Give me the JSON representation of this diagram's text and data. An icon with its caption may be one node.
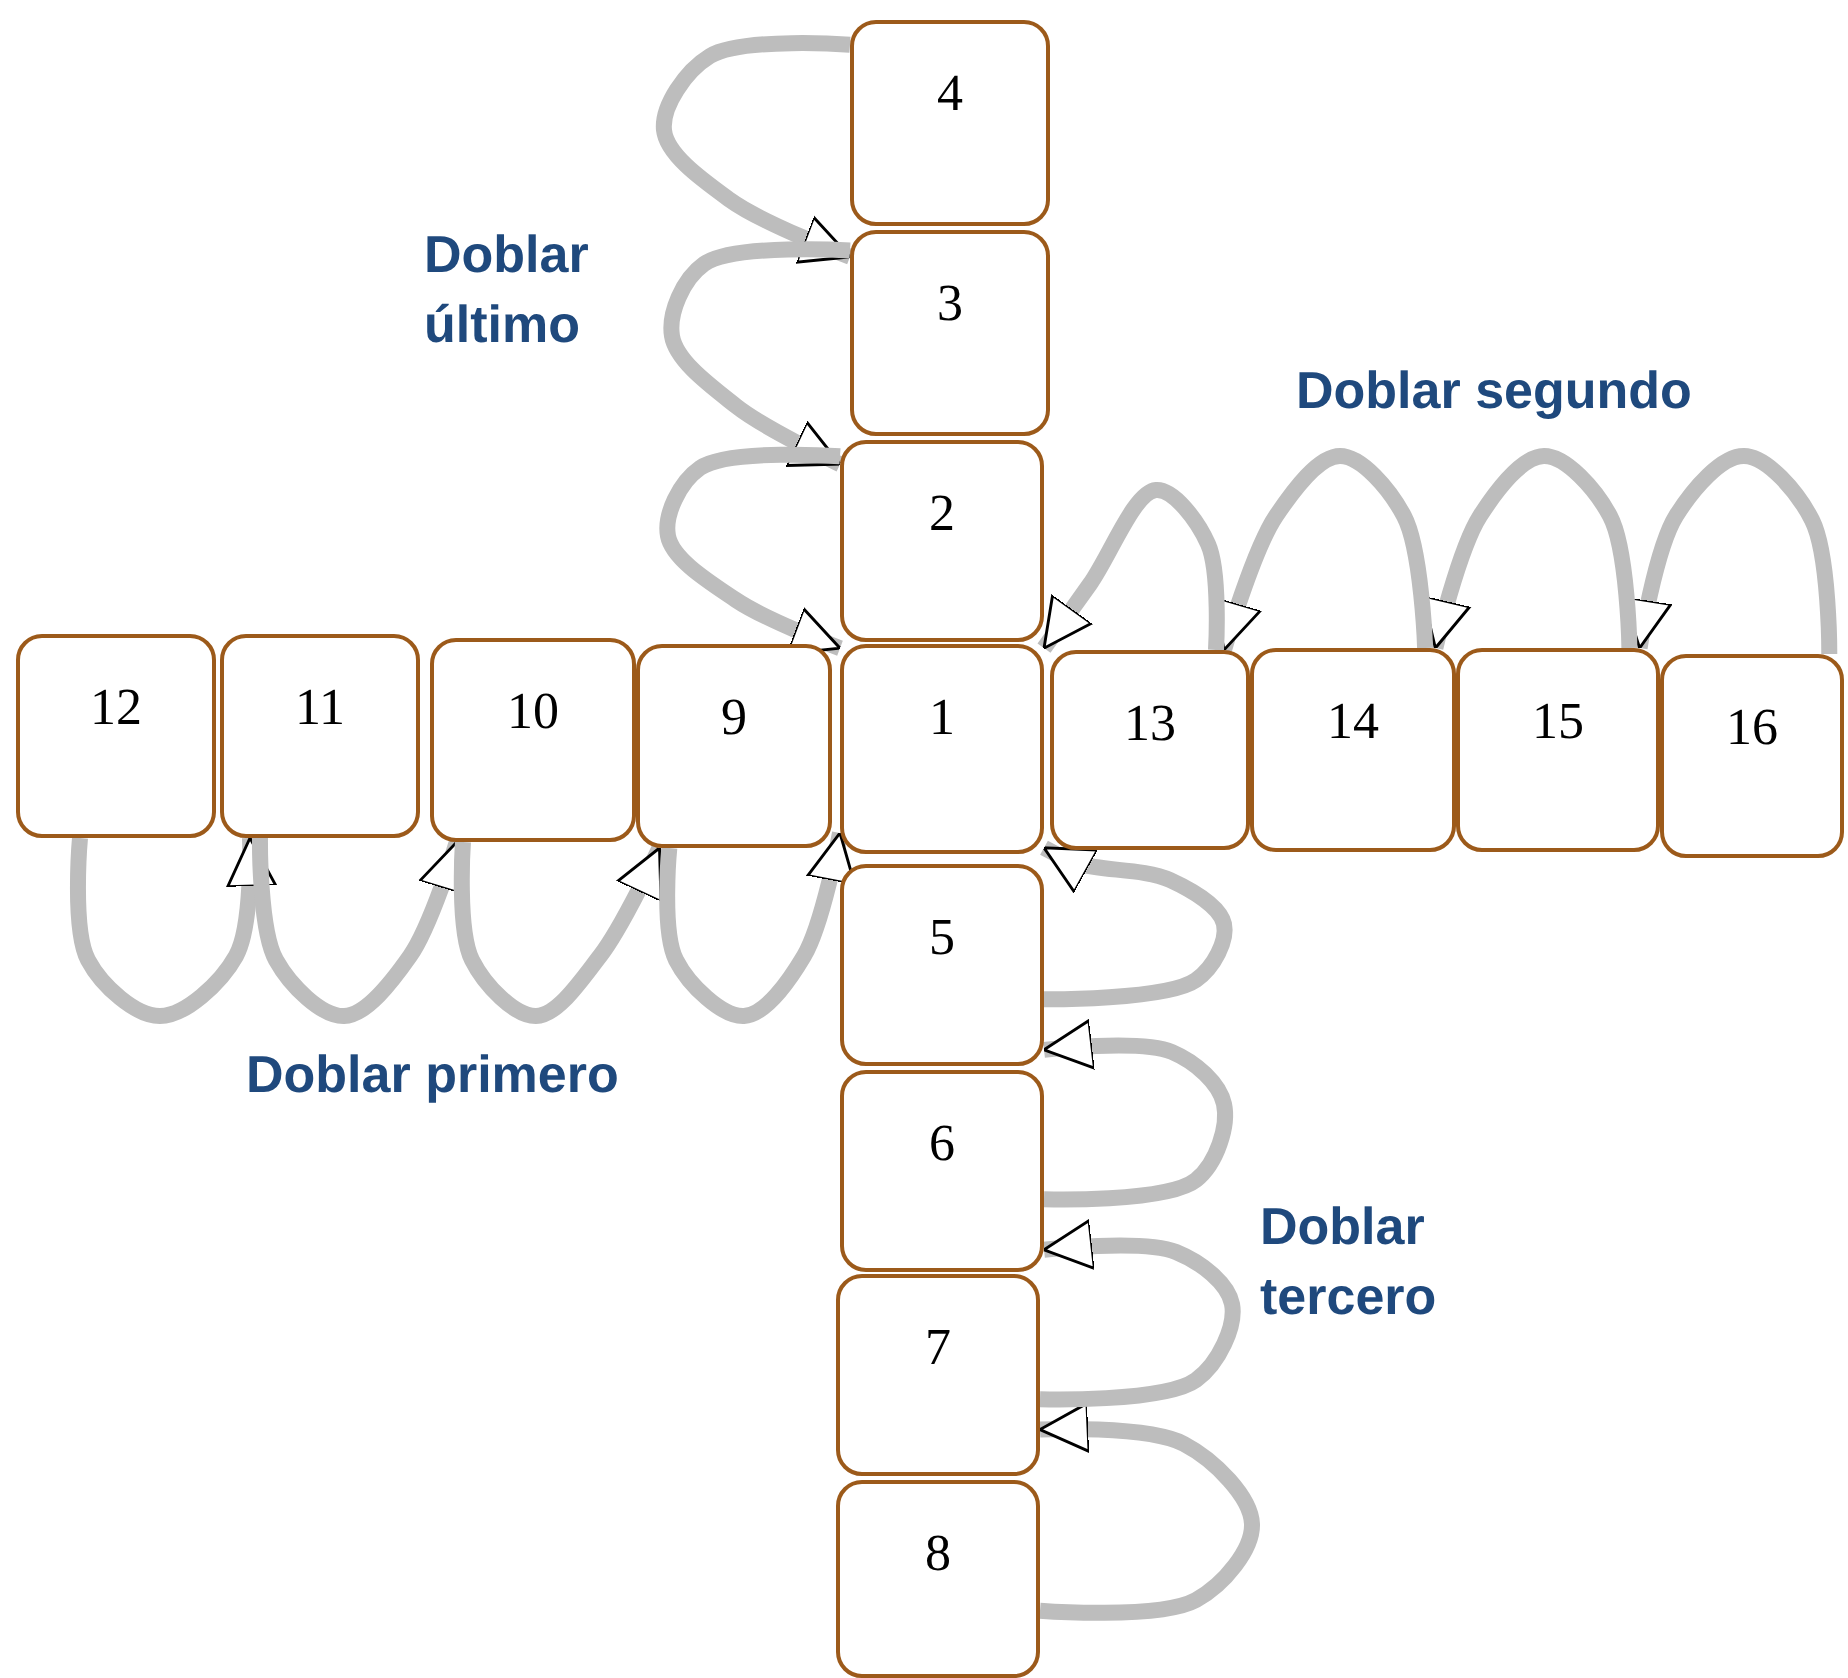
{
  "diagram": {
    "nodes": [
      {
        "text": [
          "4"
        ]
      },
      {
        "text": [
          "3"
        ]
      },
      {
        "text": [
          "2"
        ]
      },
      {
        "text": [
          "12"
        ]
      },
      {
        "text": [
          "11"
        ]
      },
      {
        "text": [
          "10"
        ]
      },
      {
        "text": [
          "9"
        ]
      },
      {
        "text": [
          "1"
        ]
      },
      {
        "text": [
          "13"
        ]
      },
      {
        "text": [
          "14"
        ]
      },
      {
        "text": [
          "15"
        ]
      },
      {
        "text": [
          "16"
        ]
      },
      {
        "text": [
          "5"
        ]
      },
      {
        "text": [
          "6"
        ]
      },
      {
        "text": [
          "7"
        ]
      },
      {
        "text": [
          "8"
        ]
      }
    ],
    "edges": [
      {
        "from": 0,
        "to": 1,
        "arrow": "to"
      },
      {
        "from": 1,
        "to": 2,
        "arrow": "to"
      },
      {
        "from": 2,
        "to": 7,
        "arrow": "to"
      },
      {
        "from": 3,
        "to": 4,
        "arrow": "to"
      },
      {
        "from": 4,
        "to": 5,
        "arrow": "to"
      },
      {
        "from": 5,
        "to": 6,
        "arrow": "to"
      },
      {
        "from": 6,
        "to": 7,
        "arrow": "to"
      },
      {
        "from": 11,
        "to": 10,
        "arrow": "to"
      },
      {
        "from": 10,
        "to": 9,
        "arrow": "to"
      },
      {
        "from": 9,
        "to": 8,
        "arrow": "to"
      },
      {
        "from": 8,
        "to": 7,
        "arrow": "to"
      },
      {
        "from": 15,
        "to": 14,
        "arrow": "to"
      },
      {
        "from": 14,
        "to": 13,
        "arrow": "to"
      },
      {
        "from": 13,
        "to": 12,
        "arrow": "to"
      },
      {
        "from": 12,
        "to": 7,
        "arrow": "to"
      }
    ],
    "labels": [
      "Doblar último",
      "Doblar segundo",
      "Doblar primero",
      "Doblar tercero"
    ]
  }
}
